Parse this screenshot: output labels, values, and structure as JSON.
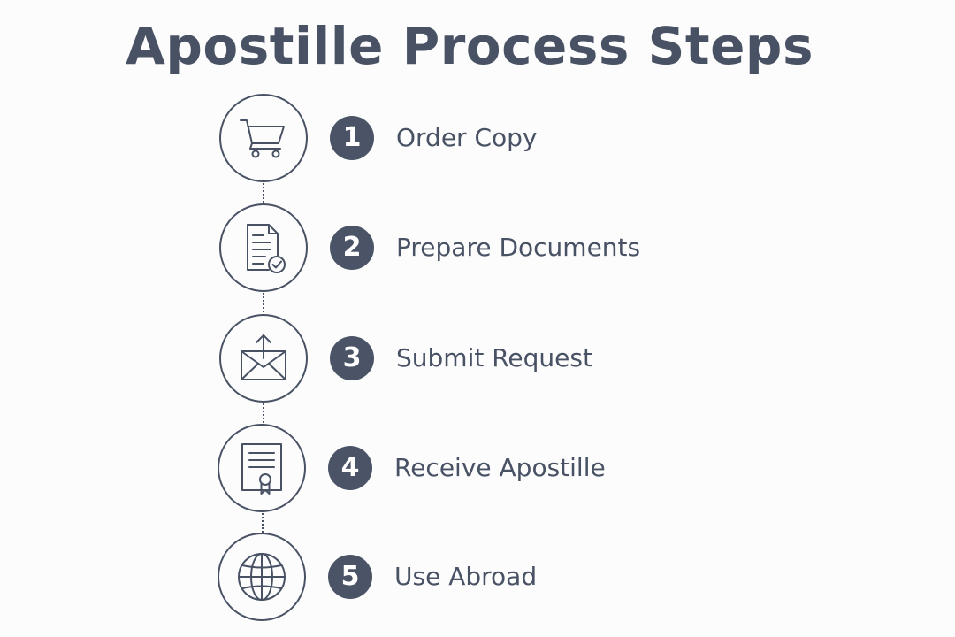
{
  "title": "Apostille Process Steps",
  "colors": {
    "text": "#485264",
    "badge": "#4a5466",
    "background": "#fcfcfc"
  },
  "steps": [
    {
      "number": "1",
      "label": "Order Copy",
      "icon": "shopping-cart-icon"
    },
    {
      "number": "2",
      "label": "Prepare Documents",
      "icon": "document-check-icon"
    },
    {
      "number": "3",
      "label": "Submit Request",
      "icon": "envelope-upload-icon"
    },
    {
      "number": "4",
      "label": "Receive Apostille",
      "icon": "certificate-icon"
    },
    {
      "number": "5",
      "label": "Use Abroad",
      "icon": "globe-icon"
    }
  ]
}
